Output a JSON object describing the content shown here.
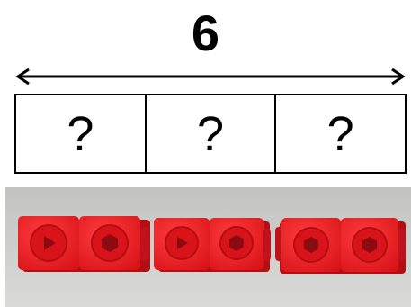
{
  "diagram": {
    "total": "6",
    "parts": [
      {
        "label": "?"
      },
      {
        "label": "?"
      },
      {
        "label": "?"
      }
    ],
    "arrow": "double-headed-arrow",
    "cube_groups": [
      {
        "cubes": 2,
        "faces": [
          "triangle-face",
          "hexagon-face"
        ]
      },
      {
        "cubes": 2,
        "faces": [
          "triangle-face",
          "hexagon-face"
        ]
      },
      {
        "cubes": 2,
        "faces": [
          "hexagon-face",
          "hexagon-face"
        ]
      }
    ],
    "colors": {
      "cube": "#e8191c",
      "cube_dark": "#b30f12",
      "photo_bg": "#cfcfcd"
    }
  }
}
